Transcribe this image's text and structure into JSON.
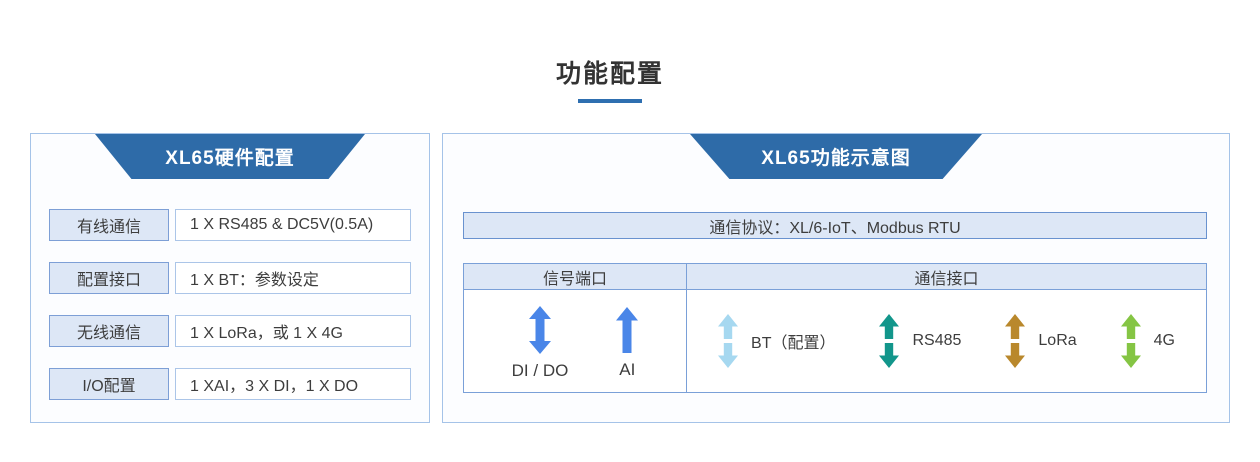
{
  "page": {
    "title": "功能配置"
  },
  "hardware_panel": {
    "header": "XL65硬件配置",
    "rows": [
      {
        "label": "有线通信",
        "value": "1 X RS485 & DC5V(0.5A)"
      },
      {
        "label": "配置接口",
        "value": "1 X BT：参数设定"
      },
      {
        "label": "无线通信",
        "value": "1 X LoRa，或 1 X 4G"
      },
      {
        "label": "I/O配置",
        "value": "1 XAI，3 X DI，1 X DO"
      }
    ]
  },
  "function_panel": {
    "header": "XL65功能示意图",
    "protocol": "通信协议：XL/6-IoT、Modbus RTU",
    "table": {
      "signal_header": "信号端口",
      "comm_header": "通信接口",
      "signal_ports": [
        {
          "label": "DI / DO",
          "arrow": "double",
          "color": "#4a86e8"
        },
        {
          "label": "AI",
          "arrow": "up",
          "color": "#4a86e8"
        }
      ],
      "comm_interfaces": [
        {
          "label": "BT（配置）",
          "arrow": "double-gap",
          "color": "#a6d8f0"
        },
        {
          "label": "RS485",
          "arrow": "double-gap",
          "color": "#12968b"
        },
        {
          "label": "LoRa",
          "arrow": "double-gap",
          "color": "#b9882c"
        },
        {
          "label": "4G",
          "arrow": "double-gap",
          "color": "#85c544"
        }
      ]
    }
  },
  "colors": {
    "header_blue": "#2e6ba8",
    "title_underline": "#2e6fb0"
  }
}
